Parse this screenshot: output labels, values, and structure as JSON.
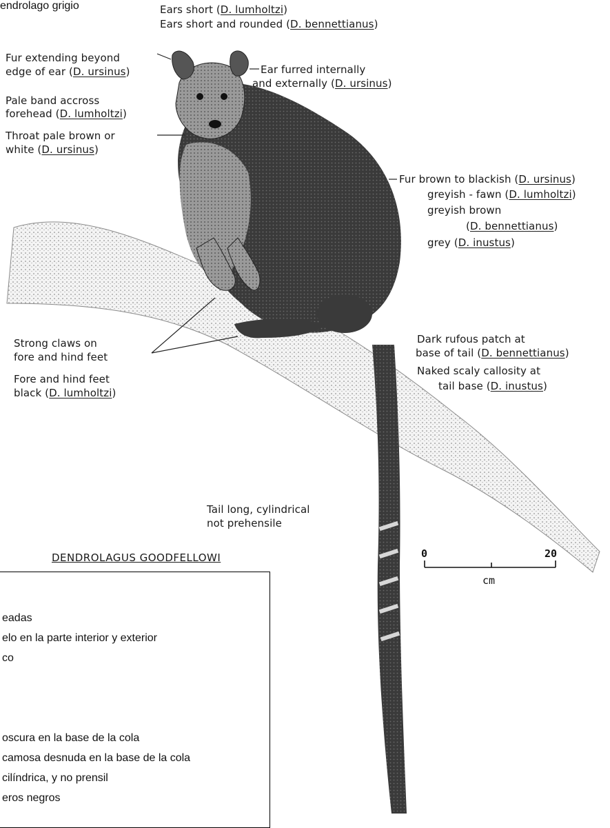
{
  "title_fragment": "endrolago grigio",
  "specimen_title": "DENDROLAGUS GOODFELLOWI",
  "labels": {
    "ears_1": "Ears short (",
    "ears_1_sp": "D. lumholtzi",
    "ears_1_end": ")",
    "ears_2": "Ears short and rounded (",
    "ears_2_sp": "D. bennettianus",
    "ears_2_end": ")",
    "fur_ear_1": "Fur extending beyond",
    "fur_ear_2": "edge of ear (",
    "fur_ear_sp": "D. ursinus",
    "fur_ear_end": ")",
    "ear_furred_1": "Ear furred internally",
    "ear_furred_2": "and externally (",
    "ear_furred_sp": "D. ursinus",
    "ear_furred_end": ")",
    "pale_band_1": "Pale band accross",
    "pale_band_2": "forehead (",
    "pale_band_sp": "D. lumholtzi",
    "pale_band_end": ")",
    "throat_1": "Throat pale brown or",
    "throat_2": "white (",
    "throat_sp": "D. ursinus",
    "throat_end": ")",
    "fur_colour_1": "Fur brown to blackish (",
    "fur_colour_1_sp": "D. ursinus",
    "fur_colour_1_end": ")",
    "fur_colour_2": "greyish - fawn (",
    "fur_colour_2_sp": "D. lumholtzi",
    "fur_colour_2_end": ")",
    "fur_colour_3": "greyish brown",
    "fur_colour_4": "(",
    "fur_colour_4_sp": "D. bennettianus",
    "fur_colour_4_end": ")",
    "fur_colour_5": "grey (",
    "fur_colour_5_sp": "D. inustus",
    "fur_colour_5_end": ")",
    "claws_1": "Strong claws on",
    "claws_2": "fore and hind feet",
    "feet_1": "Fore and hind feet",
    "feet_2": "black (",
    "feet_sp": "D. lumholtzi",
    "feet_end": ")",
    "rufous_1": "Dark rufous patch at",
    "rufous_2": "base of tail (",
    "rufous_sp": "D. bennettianus",
    "rufous_end": ")",
    "callosity_1": "Naked scaly callosity at",
    "callosity_2": "tail base (",
    "callosity_sp": "D. inustus",
    "callosity_end": ")",
    "tail_1": "Tail long, cylindrical",
    "tail_2": "not prehensile"
  },
  "scale_bar": {
    "min_label": "0",
    "max_label": "20",
    "unit": "cm"
  },
  "legend_lines": [
    "eadas",
    "elo en la parte interior y exterior",
    "co",
    "oscura en la base de la cola",
    "camosa desnuda en la base de la cola",
    "cilíndrica, y no prensil",
    "eros negros",
    "            "
  ],
  "colors": {
    "ink": "#1a1a1a",
    "fur_dark": "#2e2e2e",
    "branch": "#d9d9d9"
  }
}
